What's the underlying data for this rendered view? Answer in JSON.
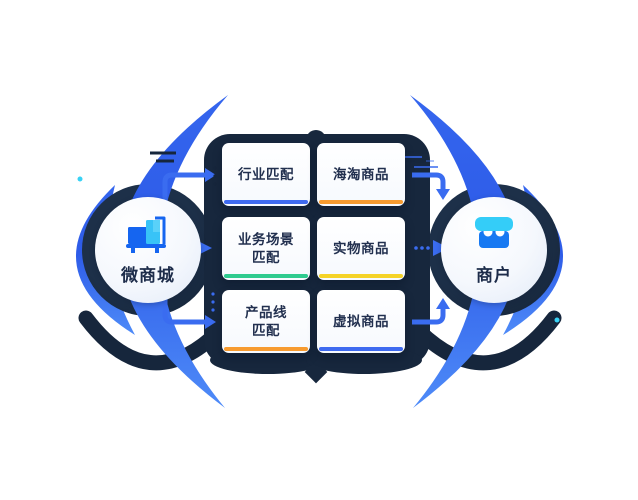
{
  "diagram": {
    "left_hub": {
      "label": "微商城",
      "icon": "shopping-cart"
    },
    "right_hub": {
      "label": "商户",
      "icon": "storefront"
    },
    "left_column": [
      {
        "lines": [
          "行业匹配"
        ],
        "accent": "#3e6af0",
        "accent_style": "background:#3e6af0"
      },
      {
        "lines": [
          "业务场景",
          "匹配"
        ],
        "accent": "#2ecb8f",
        "accent_style": "background:#2ecb8f"
      },
      {
        "lines": [
          "产品线",
          "匹配"
        ],
        "accent": "#f79b30",
        "accent_style": "background:#f79b30"
      }
    ],
    "right_column": [
      {
        "lines": [
          "海淘商品"
        ],
        "accent": "#f79b30",
        "accent_style": "background:#f79b30"
      },
      {
        "lines": [
          "实物商品"
        ],
        "accent": "#f5d327",
        "accent_style": "background:#f5d327"
      },
      {
        "lines": [
          "虚拟商品"
        ],
        "accent": "#3e6af0",
        "accent_style": "background:#3e6af0"
      }
    ],
    "colors": {
      "navy": "#16263c",
      "navy_light": "#1d3049",
      "crescent_blue_dark": "#2d5be8",
      "crescent_blue_light": "#4e8bf8",
      "arrow_blue": "#3a6cf0",
      "icon_blue": "#1565f0",
      "icon_cyan": "#38c3f7",
      "glint_cyan": "#38d2f5",
      "card_text": "#22304f"
    }
  }
}
